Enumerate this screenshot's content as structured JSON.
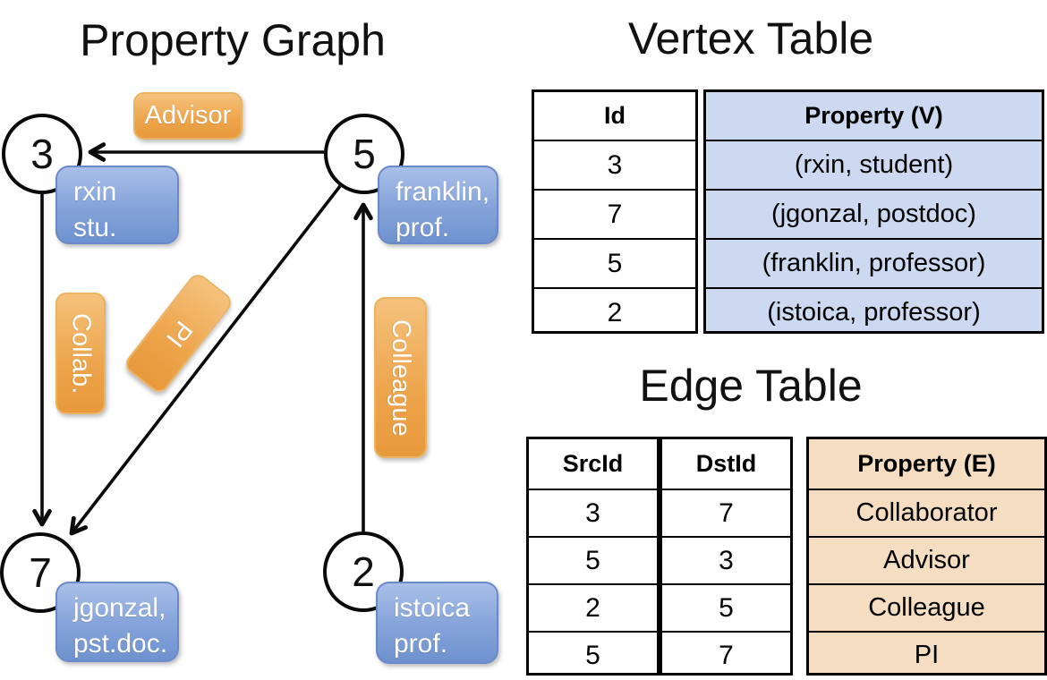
{
  "titles": {
    "graph": "Property Graph",
    "vertex_table": "Vertex Table",
    "edge_table": "Edge Table"
  },
  "graph": {
    "vertices": [
      {
        "id": "3",
        "prop_line1": "rxin",
        "prop_line2": "stu."
      },
      {
        "id": "5",
        "prop_line1": "franklin,",
        "prop_line2": "prof."
      },
      {
        "id": "7",
        "prop_line1": "jgonzal,",
        "prop_line2": "pst.doc."
      },
      {
        "id": "2",
        "prop_line1": "istoica",
        "prop_line2": "prof."
      }
    ],
    "edges": [
      {
        "label": "Advisor",
        "src": "5",
        "dst": "3"
      },
      {
        "label": "Collab.",
        "src": "3",
        "dst": "7"
      },
      {
        "label": "PI",
        "src": "5",
        "dst": "7"
      },
      {
        "label": "Colleague",
        "src": "2",
        "dst": "5"
      }
    ]
  },
  "vertex_table": {
    "headers": [
      "Id",
      "Property (V)"
    ],
    "rows": [
      [
        "3",
        "(rxin, student)"
      ],
      [
        "7",
        "(jgonzal, postdoc)"
      ],
      [
        "5",
        "(franklin, professor)"
      ],
      [
        "2",
        "(istoica, professor)"
      ]
    ]
  },
  "edge_table": {
    "headers": [
      "SrcId",
      "DstId",
      "Property (E)"
    ],
    "rows": [
      [
        "3",
        "7",
        "Collaborator"
      ],
      [
        "5",
        "3",
        "Advisor"
      ],
      [
        "2",
        "5",
        "Colleague"
      ],
      [
        "5",
        "7",
        "PI"
      ]
    ]
  },
  "colors": {
    "edge_label_fill_top": "#f5c27c",
    "edge_label_fill_bottom": "#e8993c",
    "vertex_label_fill_top": "#a9bfe8",
    "vertex_label_fill_bottom": "#6e92cf",
    "vertex_table_property_bg": "#ccd9f1",
    "edge_table_property_bg": "#f5ddc1",
    "table_border": "#000000",
    "line_color": "#0a0a0a"
  }
}
